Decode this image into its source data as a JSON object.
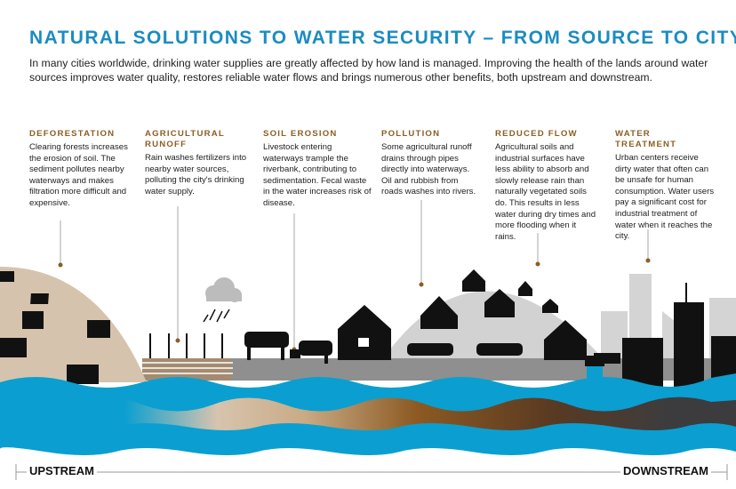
{
  "title": "NATURAL SOLUTIONS TO WATER SECURITY – FROM SOURCE TO CITY",
  "intro": "In many cities worldwide, drinking water supplies are greatly affected by how land is managed. Improving the health of the lands around water sources improves water quality, restores reliable water flows and brings numerous other benefits, both upstream and downstream.",
  "sections": [
    {
      "heading": "DEFORESTATION",
      "body": "Clearing forests increases the erosion of soil. The sediment pollutes nearby waterways and makes filtration more difficult and expensive."
    },
    {
      "heading": "AGRICULTURAL RUNOFF",
      "body": "Rain washes fertilizers into nearby water sources, polluting the city's drinking water supply."
    },
    {
      "heading": "SOIL EROSION",
      "body": "Livestock entering waterways trample the riverbank, contributing to sedimentation. Fecal waste in the water increases risk of disease."
    },
    {
      "heading": "POLLUTION",
      "body": "Some agricultural runoff drains through pipes directly into waterways. Oil and rubbish from roads washes into rivers."
    },
    {
      "heading": "REDUCED FLOW",
      "body": "Agricultural soils and industrial surfaces have less ability to absorb and slowly release rain than naturally vegetated soils do. This results in less water during dry times and more flooding when it rains."
    },
    {
      "heading": "WATER TREATMENT",
      "body": "Urban centers receive dirty water that often can be unsafe for human consumption. Water users pay a significant cost for industrial treatment of water when it reaches the city."
    }
  ],
  "axis": {
    "left": "UPSTREAM",
    "right": "DOWNSTREAM"
  },
  "colors": {
    "title": "#1b8cc0",
    "heading": "#8b5e22",
    "water": "#0a9fd0",
    "hill": "#d6c3ad",
    "ground": "#8f8f8f"
  }
}
